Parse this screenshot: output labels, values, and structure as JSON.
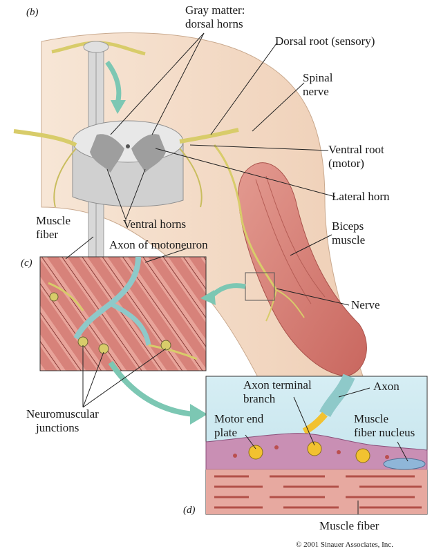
{
  "panels": {
    "b": "(b)",
    "c": "(c)",
    "d": "(d)"
  },
  "labels": {
    "gray_matter_line1": "Gray matter:",
    "gray_matter_line2": "dorsal horns",
    "dorsal_root": "Dorsal root (sensory)",
    "spinal_nerve_line1": "Spinal",
    "spinal_nerve_line2": "nerve",
    "ventral_root_line1": "Ventral root",
    "ventral_root_line2": "(motor)",
    "lateral_horn": "Lateral horn",
    "biceps_line1": "Biceps",
    "biceps_line2": "muscle",
    "muscle_fiber_top_line1": "Muscle",
    "muscle_fiber_top_line2": "fiber",
    "ventral_horns": "Ventral horns",
    "axon_motoneuron": "Axon of motoneuron",
    "nerve": "Nerve",
    "nmj_line1": "Neuromuscular",
    "nmj_line2": "junctions",
    "axon_terminal_line1": "Axon terminal",
    "axon_terminal_line2": "branch",
    "axon": "Axon",
    "motor_end_plate_line1": "Motor end",
    "motor_end_plate_line2": "plate",
    "muscle_nucleus_line1": "Muscle",
    "muscle_nucleus_line2": "fiber nucleus",
    "muscle_fiber_bottom": "Muscle fiber"
  },
  "copyright": "© 2001 Sinauer Associates, Inc.",
  "colors": {
    "skin": "#f4dcc6",
    "muscle": "#d9827a",
    "nerve": "#d8cc6a",
    "cord": "#dcdcdc",
    "gray_matter": "#9e9e9e",
    "arrow": "#7cc7b3",
    "synapse_bg": "#cfe9f0",
    "axon_sheath": "#8ec9c9",
    "terminal": "#f2c230",
    "endplate": "#c98fb4"
  }
}
